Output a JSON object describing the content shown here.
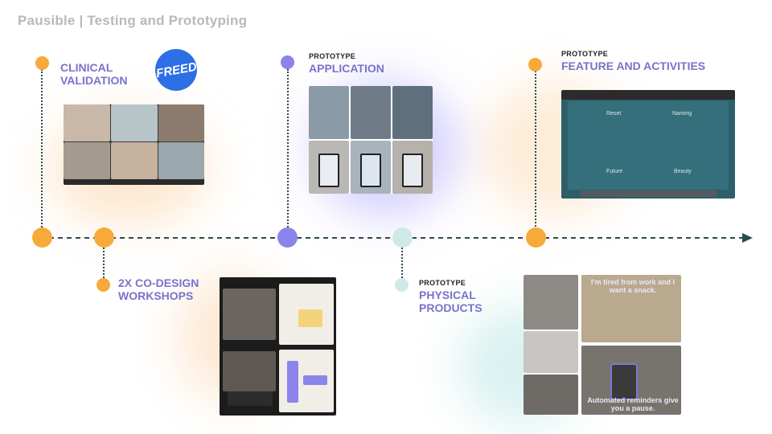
{
  "slide": {
    "title": "Pausible | Testing and Prototyping"
  },
  "milestones": {
    "clinical": {
      "line1": "CLINICAL",
      "line2": "VALIDATION",
      "badge": "FREED"
    },
    "application": {
      "tag": "PROTOTYPE",
      "label": "APPLICATION"
    },
    "feature": {
      "tag": "PROTOTYPE",
      "label": "FEATURE AND ACTIVITIES"
    },
    "codesign": {
      "line1": "2X CO-DESIGN",
      "line2": "WORKSHOPS"
    },
    "physical": {
      "tag": "PROTOTYPE",
      "line1": "PHYSICAL",
      "line2": "PRODUCTS"
    }
  },
  "feature_screen": {
    "cards": [
      "Reset",
      "Naming",
      "Future",
      "Beauty"
    ]
  },
  "physical_screen": {
    "caption_top": "I'm tired from work and I want a snack.",
    "caption_bottom": "Automated reminders give you a pause."
  },
  "colors": {
    "orange": "#f7a93a",
    "purple": "#8b84ea",
    "teal": "#cfe9e6",
    "line": "#2c4a4e",
    "label": "#7a72c9"
  }
}
